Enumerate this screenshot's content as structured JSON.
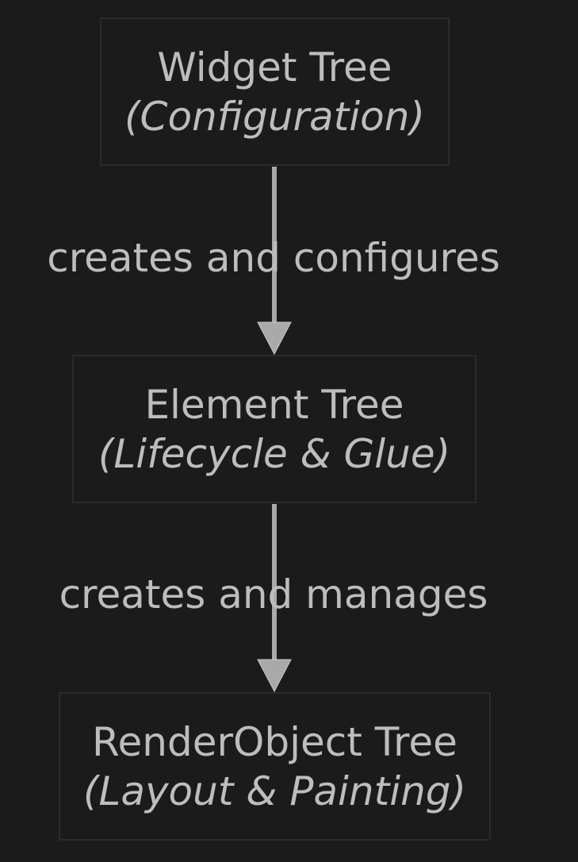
{
  "nodes": {
    "widget": {
      "title": "Widget Tree",
      "subtitle": "(Configuration)"
    },
    "element": {
      "title": "Element Tree",
      "subtitle": "(Lifecycle & Glue)"
    },
    "render": {
      "title": "RenderObject Tree",
      "subtitle": "(Layout & Painting)"
    }
  },
  "edges": [
    {
      "from": "widget",
      "to": "element",
      "label": "creates and configures"
    },
    {
      "from": "element",
      "to": "render",
      "label": "creates and manages"
    }
  ],
  "colors": {
    "background": "#1b1b1b",
    "node_border": "#2b2b2b",
    "text": "#bdbdbd",
    "edge": "#a9a9a9"
  }
}
